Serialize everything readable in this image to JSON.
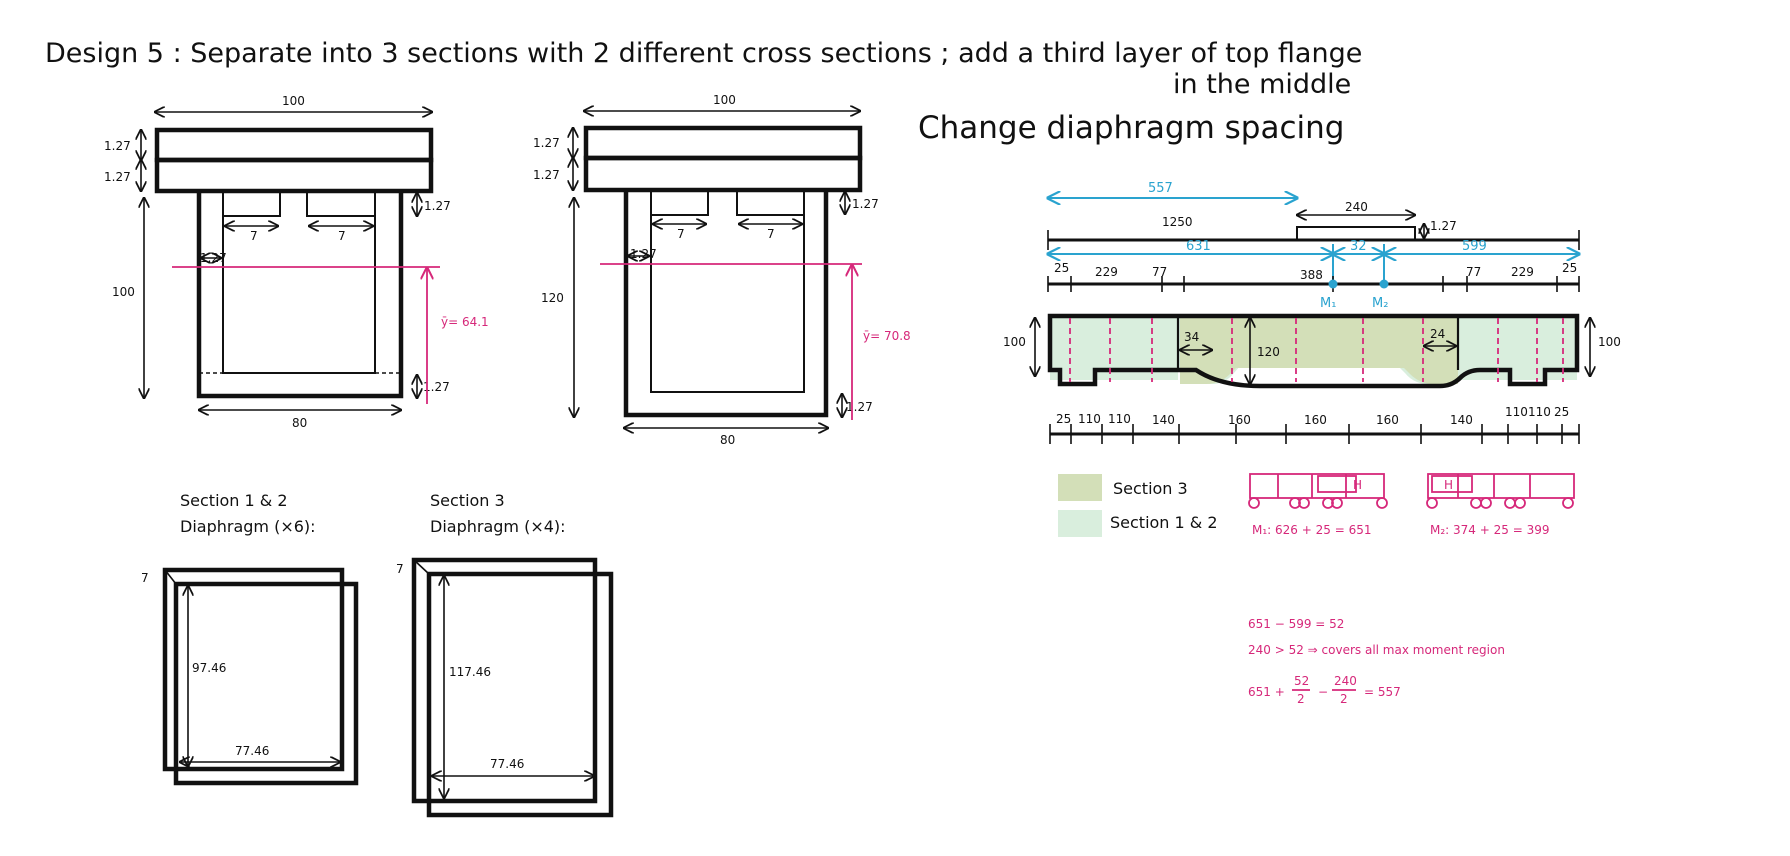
{
  "title_line1": "Design 5 : Separate into 3 sections with 2 different cross sections ;  add a third layer of top flange",
  "title_line2": "in the middle",
  "subtitle": "Change diaphragm spacing",
  "section_a": {
    "top_width": "100",
    "flange_t1": "1.27",
    "flange_t2": "1.27",
    "side_t": "1.27",
    "tab_left": "7",
    "tab_right": "7",
    "height": "100",
    "web_t": "1.27",
    "bottom_t": "1.27",
    "ybar": "ȳ= 64.1",
    "bottom_width": "80"
  },
  "section_b": {
    "top_width": "100",
    "flange_t1": "1.27",
    "flange_t2": "1.27",
    "side_t": "1.27",
    "tab_left": "7",
    "tab_right": "7",
    "height": "120",
    "web_t": "1.27",
    "bottom_t": "1.27",
    "ybar": "ȳ= 70.8",
    "bottom_width": "80"
  },
  "diaphragm_a": {
    "title1": "Section 1 & 2",
    "title2": "Diaphragm (×6):",
    "corner": "7",
    "height": "97.46",
    "width": "77.46"
  },
  "diaphragm_b": {
    "title1": "Section 3",
    "title2": "Diaphragm (×4):",
    "corner": "7",
    "height": "117.46",
    "width": "77.46"
  },
  "bridge": {
    "dim_557": "557",
    "dim_1250": "1250",
    "dim_240": "240",
    "dim_127": "1.27",
    "dim_631": "631",
    "dim_32": "32",
    "dim_599": "599",
    "top_segments": [
      "25",
      "229",
      "77",
      "388",
      "77",
      "229",
      "25"
    ],
    "m1": "M₁",
    "m2": "M₂",
    "end_height": "100",
    "mid_height": "120",
    "taper_left": "34",
    "taper_right": "24",
    "bottom_segments": [
      "25",
      "110",
      "110",
      "140",
      "160",
      "160",
      "160",
      "140",
      "110",
      "110",
      "25"
    ]
  },
  "legend": {
    "section3": "Section 3",
    "section12": "Section 1 & 2",
    "color3": "#d3dfb8",
    "color12": "#d9eedd"
  },
  "loading": {
    "h": "H",
    "m1_calc": "M₁: 626 + 25 = 651",
    "m2_calc": "M₂: 374 + 25 = 399"
  },
  "calcs": {
    "line1": "651 − 599 = 52",
    "line2": "240 > 52 ⇒ covers all max moment region",
    "line3_a": "651 +",
    "line3_f1_num": "52",
    "line3_f1_den": "2",
    "line3_b": "−",
    "line3_f2_num": "240",
    "line3_f2_den": "2",
    "line3_c": "= 557"
  },
  "colors": {
    "ink": "#111111",
    "blue": "#2aa3cf",
    "pink": "#d6287a"
  }
}
